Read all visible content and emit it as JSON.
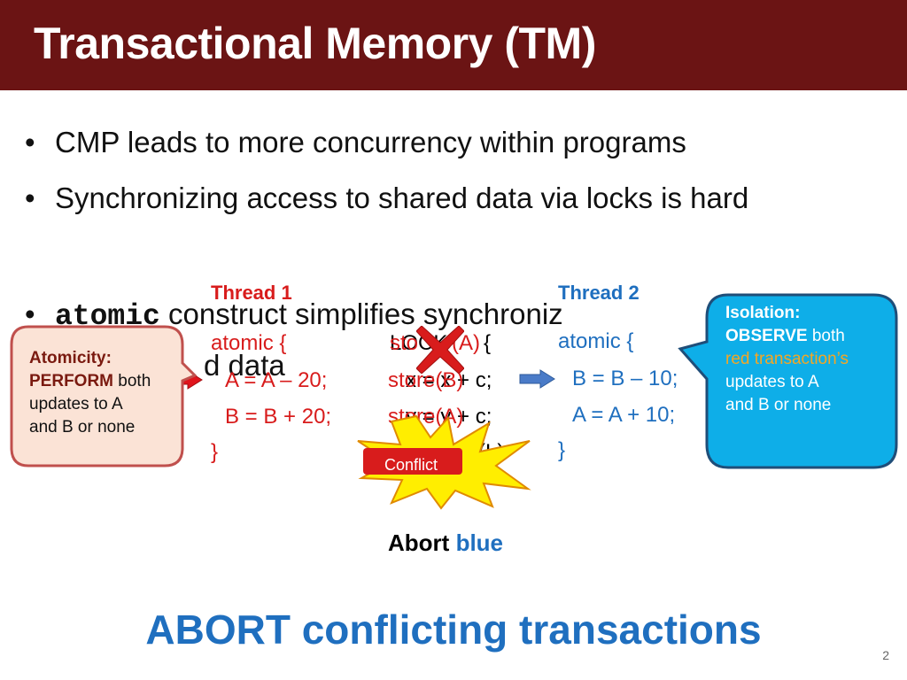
{
  "slide": {
    "title": "Transactional Memory (TM)",
    "bullets": [
      "CMP leads to more concurrency within programs",
      "Synchronizing access to shared data via locks is hard"
    ],
    "bullet3_keyword": "atomic",
    "bullet3_rest": "construct simplifies synchroniz",
    "bullet3_line2": "d data",
    "thread1": {
      "label": "Thread 1",
      "lines": [
        "atomic {",
        "A = A – 20;",
        "B = B + 20;",
        "}"
      ]
    },
    "thread2": {
      "label": "Thread 2",
      "lines": [
        "atomic {",
        "B = B – 10;",
        "A = A + 10;",
        "}"
      ]
    },
    "middle_code": {
      "red_lines": [
        "sto",
        "store(B)",
        "store(A)"
      ],
      "black_lines": [
        "LOCK",
        "x = x + c;",
        "y = y + c;",
        "UNLOCK(L)"
      ],
      "overlap_fragment": "(A)"
    },
    "atomicity": {
      "title": "Atomicity:",
      "bold": "PERFORM",
      "rest1": " both",
      "line2": "updates to A",
      "line3": "and B or none"
    },
    "isolation": {
      "title": "Isolation:",
      "bold": "OBSERVE",
      "rest1": " both",
      "highlight": "red transaction’s",
      "line3": "updates to A",
      "line4": "and B or none"
    },
    "conflict_label": "Conflict",
    "abort_word": "Abort",
    "abort_target": "blue",
    "footer": "ABORT conflicting transactions",
    "page_number": "2",
    "colors": {
      "title_bar": "#6b1414",
      "thread1": "#d81c1c",
      "thread2": "#1f6fbf",
      "isolation_fill": "#0eaee8",
      "atomicity_fill": "#fbe3d6",
      "highlight": "#f5a623",
      "conflict_fill": "#d81c1c",
      "starburst_fill": "#ffee00"
    },
    "icons": [
      "red-arrow-icon",
      "blue-arrow-icon",
      "red-x-icon",
      "starburst-icon"
    ]
  }
}
